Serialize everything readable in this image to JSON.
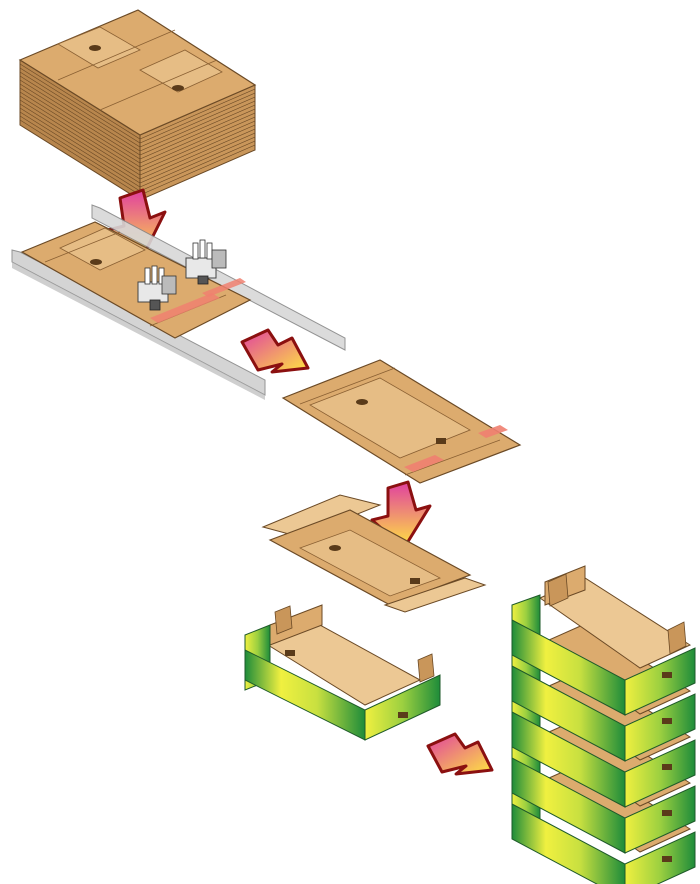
{
  "diagram": {
    "stages": [
      {
        "id": "flat-blank-stack"
      },
      {
        "id": "glue-application"
      },
      {
        "id": "glued-blank"
      },
      {
        "id": "folding"
      },
      {
        "id": "assembled-tray"
      },
      {
        "id": "stacked-trays"
      }
    ],
    "arrows": [
      {
        "from": "flat-blank-stack",
        "to": "glue-application"
      },
      {
        "from": "glue-application",
        "to": "glued-blank"
      },
      {
        "from": "glued-blank",
        "to": "folding"
      },
      {
        "from": "assembled-tray",
        "to": "stacked-trays"
      }
    ],
    "colors": {
      "cardboard": "#d9a86c",
      "cardboard_dark": "#a87a45",
      "cardboard_light": "#ecc894",
      "edge": "#6b4a26",
      "glue": "#f08070",
      "arrow_start": "#e040a0",
      "arrow_end": "#ffe640",
      "arrow_outline": "#8b1010",
      "rail": "#c8c8c8",
      "print_green": "#1e8c3a",
      "print_yellow": "#f0f040"
    }
  }
}
